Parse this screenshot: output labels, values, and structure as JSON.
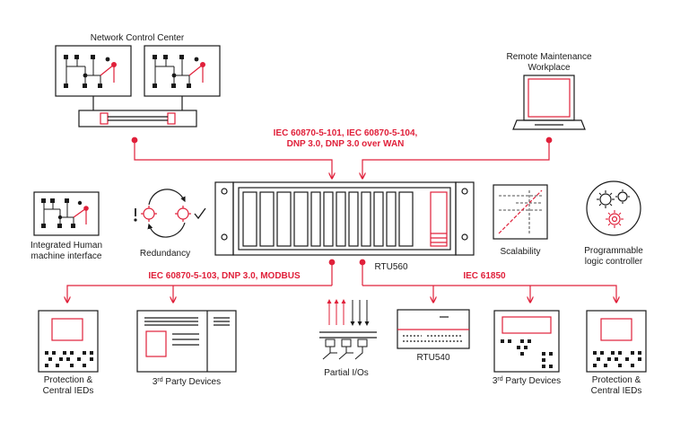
{
  "labels": {
    "ncc": "Network Control Center",
    "remote_line1": "Remote Maintenance",
    "remote_line2": "Workplace",
    "protocols_top_line1": "IEC  60870-5-101, IEC 60870-5-104,",
    "protocols_top_line2": "DNP 3.0, DNP 3.0 over WAN",
    "hmi_line1": "Integrated Human",
    "hmi_line2": "machine interface",
    "redundancy": "Redundancy",
    "scalability": "Scalability",
    "plc_line1": "Programmable",
    "plc_line2": "logic controller",
    "rtu560": "RTU560",
    "protocols_left": "IEC  60870-5-103, DNP 3.0, MODBUS",
    "protocols_right": "IEC 61850",
    "prot_left_line1": "Protection &",
    "prot_left_line2": "Central IEDs",
    "third_party_left_pre": "3",
    "third_party_left_sup": "rd",
    "third_party_left_post": " Party Devices",
    "partial_io": "Partial I/Os",
    "rtu540": "RTU540",
    "third_party_right_pre": "3",
    "third_party_right_sup": "rd",
    "third_party_right_post": " Party Devices",
    "prot_right_line1": "Protection &",
    "prot_right_line2": "Central IEDs"
  },
  "colors": {
    "accent": "#e0203a",
    "line": "#1a1a1a"
  }
}
